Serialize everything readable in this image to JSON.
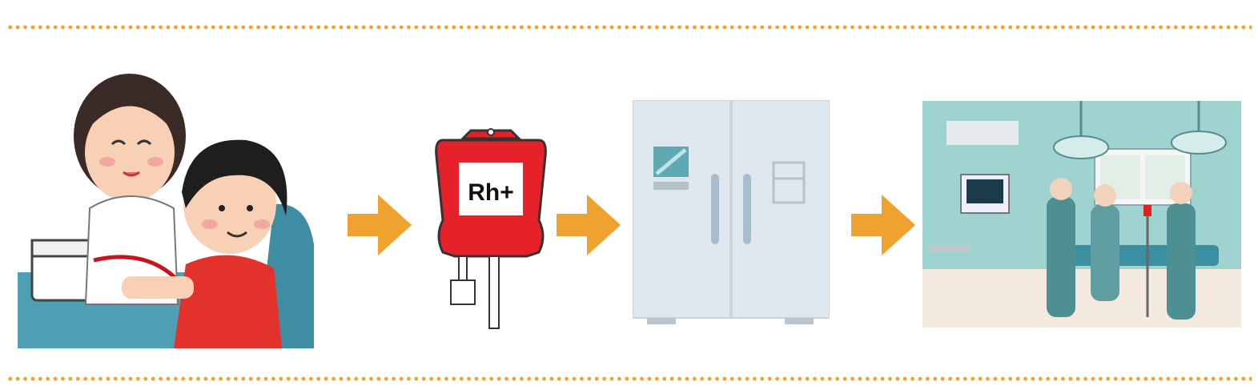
{
  "colors": {
    "dotted_border": "#f0a22e",
    "arrow": "#f0a22e",
    "blood_bag_red": "#e5212a",
    "fridge": "#dfe7ee",
    "operating_room_wall": "#9fd3d0"
  },
  "steps": [
    {
      "id": "donation",
      "icon": "blood-donation-icon"
    },
    {
      "id": "blood-bag",
      "icon": "blood-bag-icon",
      "label": "Rh+"
    },
    {
      "id": "storage",
      "icon": "refrigerator-icon"
    },
    {
      "id": "surgery",
      "icon": "operating-room-icon"
    }
  ],
  "arrows": [
    "arrow-right-icon",
    "arrow-right-icon",
    "arrow-right-icon"
  ]
}
